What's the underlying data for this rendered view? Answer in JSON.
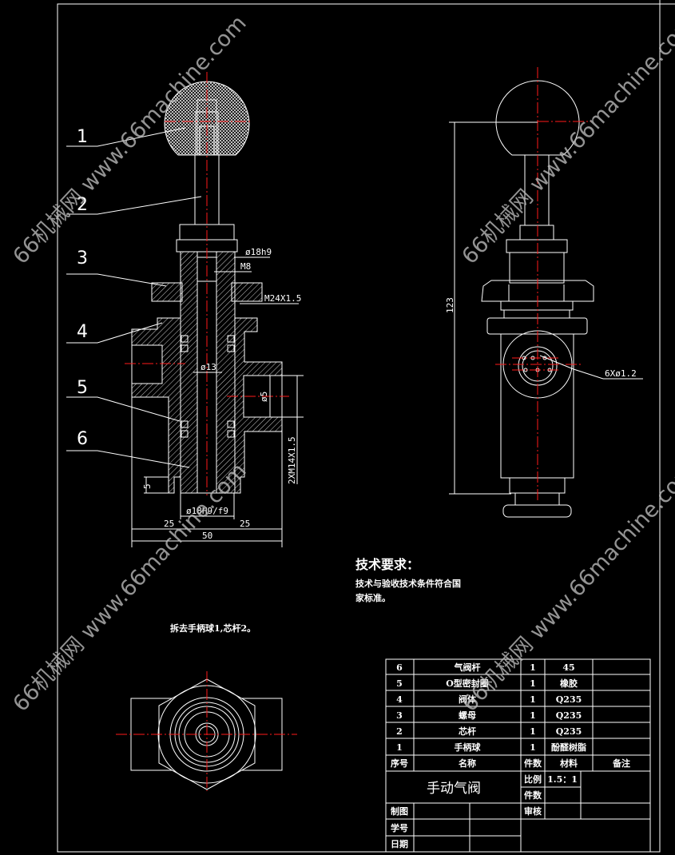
{
  "watermark": "66机械网 www.66machine.com",
  "colors": {
    "background": "#000000",
    "line": "#ffffff",
    "centerline": "#ff1a1a"
  },
  "front_view": {
    "leaders": [
      "1",
      "2",
      "3",
      "4",
      "5",
      "6"
    ],
    "dims": {
      "d18h9": "ø18h9",
      "m8": "M8",
      "m24": "M24X1.5",
      "d13": "ø13",
      "d5": "ø5",
      "m14": "2XM14X1.5",
      "five": "5",
      "fit": "ø18H9/f9",
      "left25": "25",
      "right25": "25",
      "total": "50"
    }
  },
  "side_view": {
    "height_dim": "123",
    "holes": "6Xø1.2"
  },
  "tech_requirements": {
    "title": "技术要求：",
    "line1": "技术与验收技术条件符合国",
    "line2": "家标准。"
  },
  "bottom_view_note": "拆去手柄球1,芯杆2。",
  "parts_list": {
    "rows": [
      {
        "no": "6",
        "name": "气阀杆",
        "qty": "1",
        "material": "45",
        "note": ""
      },
      {
        "no": "5",
        "name": "O型密封圈",
        "qty": "1",
        "material": "橡胶",
        "note": ""
      },
      {
        "no": "4",
        "name": "阀体",
        "qty": "1",
        "material": "Q235",
        "note": ""
      },
      {
        "no": "3",
        "name": "螺母",
        "qty": "1",
        "material": "Q235",
        "note": ""
      },
      {
        "no": "2",
        "name": "芯杆",
        "qty": "1",
        "material": "Q235",
        "note": ""
      },
      {
        "no": "1",
        "name": "手柄球",
        "qty": "1",
        "material": "酚醛树脂",
        "note": ""
      }
    ],
    "header": {
      "no": "序号",
      "name": "名称",
      "qty": "件数",
      "material": "材料",
      "note": "备注"
    }
  },
  "title_block": {
    "title": "手动气阀",
    "scale_label": "比例",
    "scale_value": "1.5：1",
    "count_label": "件数",
    "drawn_label": "制图",
    "review_label": "审核",
    "student_label": "学号",
    "date_label": "日期"
  }
}
